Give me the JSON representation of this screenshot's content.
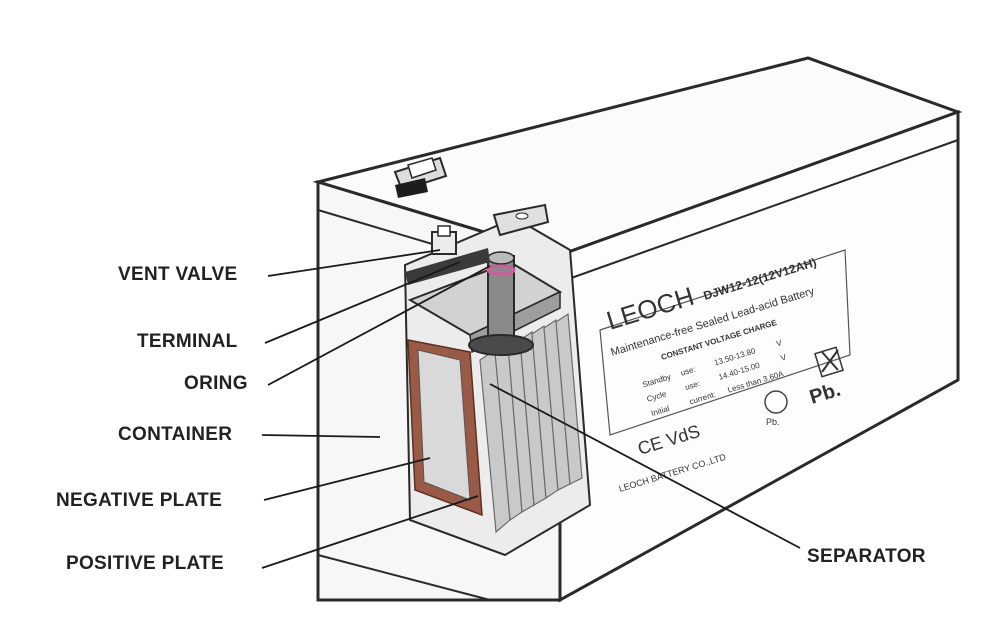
{
  "labels": {
    "vent_valve": "VENT VALVE",
    "terminal": "TERMINAL",
    "oring": "ORING",
    "container": "CONTAINER",
    "negative_plate": "NEGATIVE PLATE",
    "positive_plate": "POSITIVE PLATE",
    "separator": "SEPARATOR"
  },
  "battery_label": {
    "brand": "LEOCH",
    "model": "DJW12-12(12V12AH)",
    "subtitle": "Maintenance-free Sealed Lead-acid Battery",
    "table_title": "CONSTANT VOLTAGE CHARGE",
    "rows": [
      {
        "name": "Standby",
        "use": "use:",
        "value": "13.50-13.80",
        "unit": "V"
      },
      {
        "name": "Cycle",
        "use": "use:",
        "value": "14.40-15.00",
        "unit": "V"
      },
      {
        "name": "Initial",
        "use": "current:",
        "value": "Less than 3.60A",
        "unit": ""
      }
    ],
    "certs": "CE VdS",
    "pb": "Pb.",
    "recycle": "Pb.",
    "company": "LEOCH BATTERY CO.,LTD"
  },
  "colors": {
    "outline": "#2a2a2a",
    "negative_plate": "#9a5a45",
    "positive_plate": "#b7b7b7",
    "terminal_ring": "#d45aa0"
  }
}
